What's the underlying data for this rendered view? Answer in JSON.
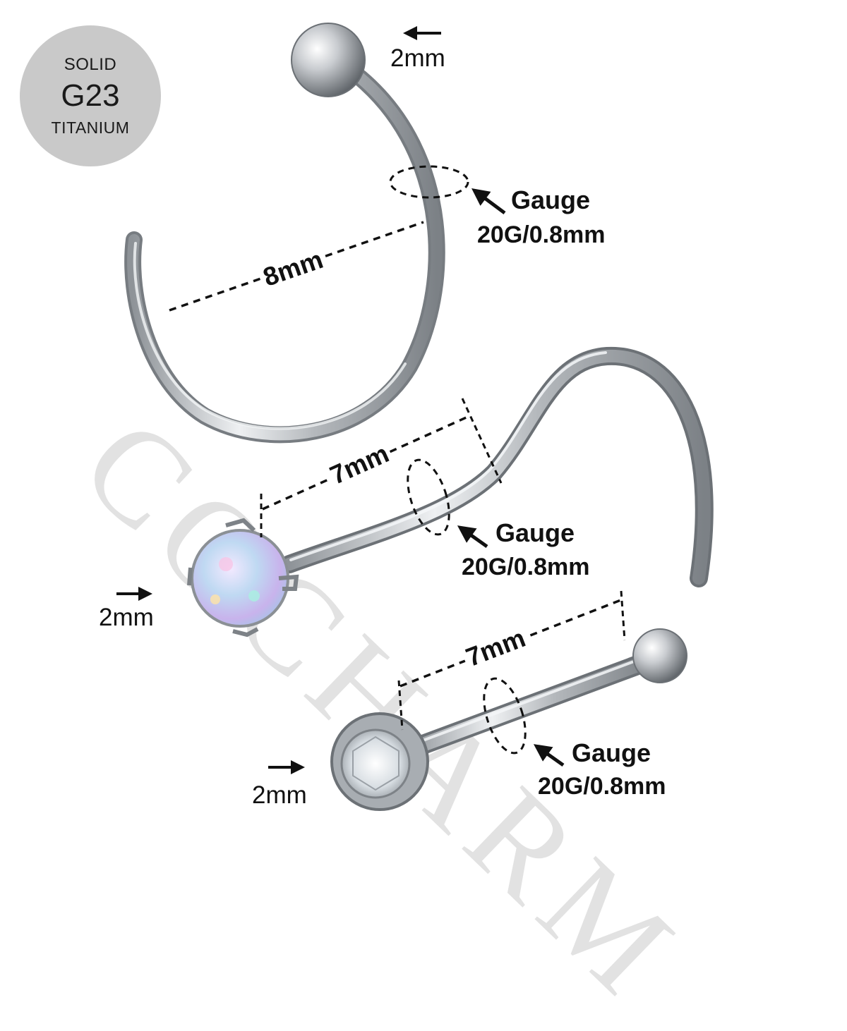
{
  "badge": {
    "line1": "SOLID",
    "line2": "G23",
    "line3": "TITANIUM"
  },
  "watermark": "COCHARM",
  "hoop": {
    "diameter": "8mm",
    "ball": "2mm",
    "gauge_title": "Gauge",
    "gauge_value": "20G/0.8mm"
  },
  "screw": {
    "length": "7mm",
    "stone": "2mm",
    "gauge_title": "Gauge",
    "gauge_value": "20G/0.8mm"
  },
  "bone": {
    "length": "7mm",
    "stone": "2mm",
    "gauge_title": "Gauge",
    "gauge_value": "20G/0.8mm"
  },
  "colors": {
    "badge": "#c9c9c9",
    "metal": "#b8bcc0",
    "text": "#111111",
    "opal": "#b9d8ee",
    "crystal": "#e8ecef"
  }
}
